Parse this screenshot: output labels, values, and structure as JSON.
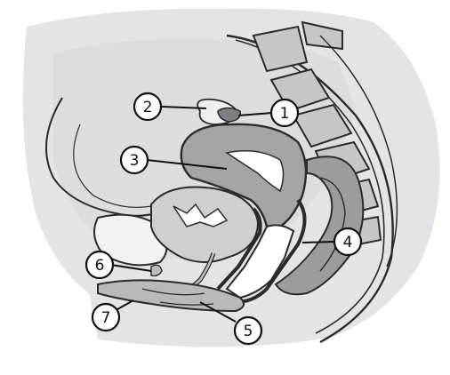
{
  "labels": [
    {
      "num": "1"
    },
    {
      "num": "2"
    },
    {
      "num": "3"
    },
    {
      "num": "4"
    },
    {
      "num": "5"
    },
    {
      "num": "6"
    },
    {
      "num": "7"
    }
  ],
  "colors": {
    "background": "#ffffff",
    "body": "#e6e6ea",
    "tissue": "#c9c9cd",
    "organ": "#a8a8ad",
    "dark_organ": "#8e8e93",
    "outline": "#2b2b2b",
    "lumen": "#ffffff"
  }
}
